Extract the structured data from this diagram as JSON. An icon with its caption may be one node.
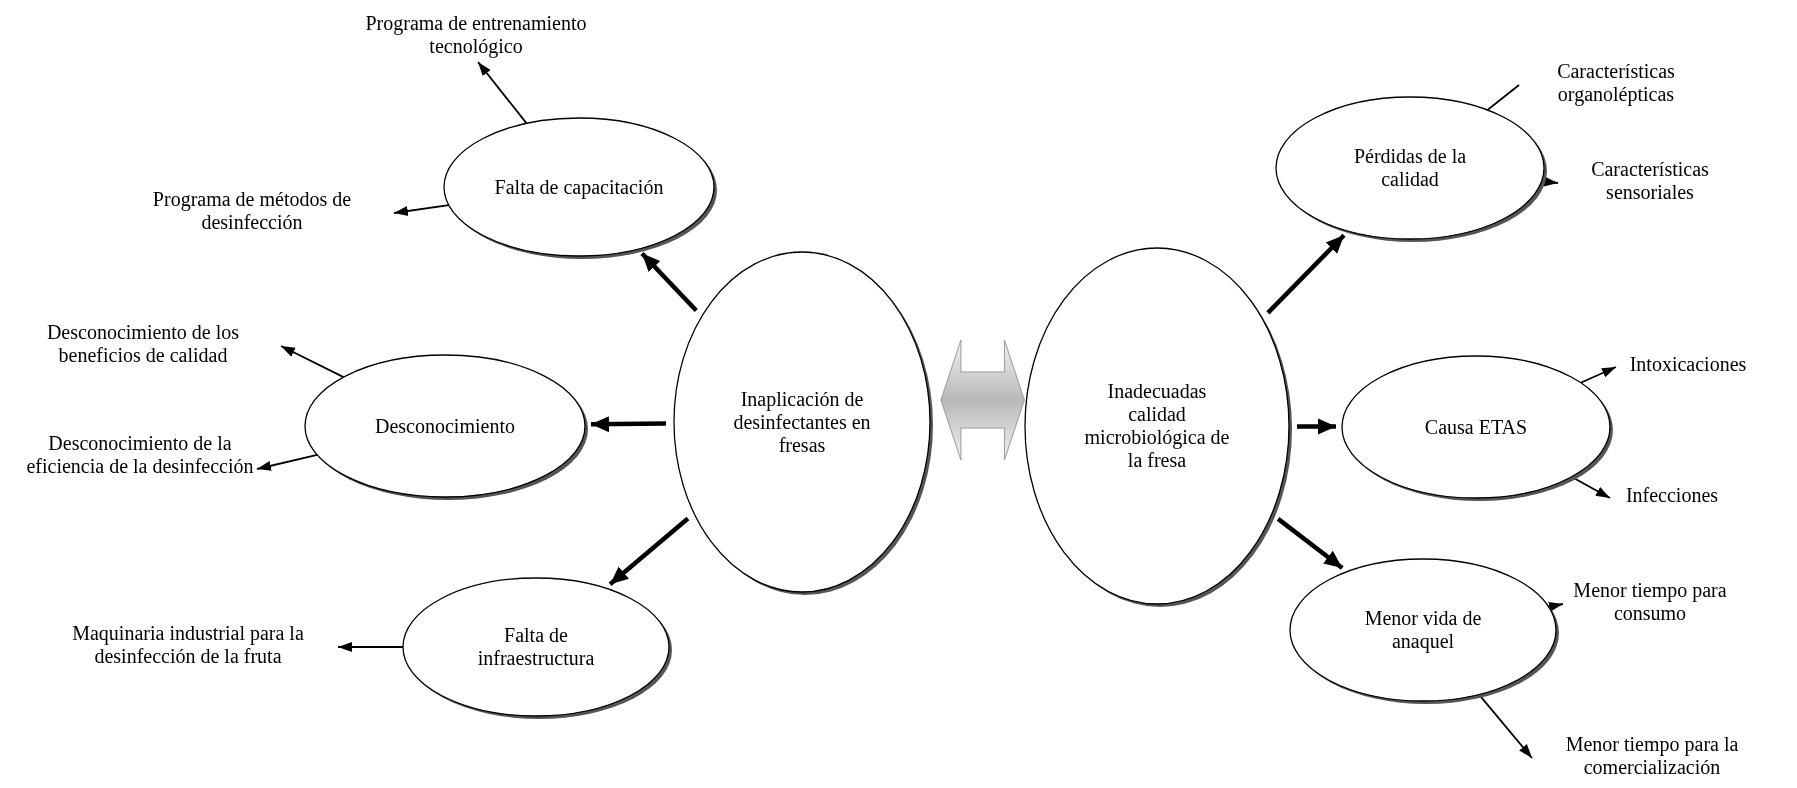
{
  "diagram": {
    "nodes": [
      {
        "text": [
          "Inaplicación de desinfectantes en fresas"
        ]
      },
      {
        "text": [
          "Inadecuadas calidad microbiológica de la fresa"
        ]
      },
      {
        "text": [
          "Falta de capacitación"
        ]
      },
      {
        "text": [
          "Desconocimiento"
        ]
      },
      {
        "text": [
          "Falta de infraestructura"
        ]
      },
      {
        "text": [
          "Pérdidas de la calidad"
        ]
      },
      {
        "text": [
          "Causa ETAS"
        ]
      },
      {
        "text": [
          "Menor vida de anaquel"
        ]
      },
      {
        "text": [
          "Programa de entrenamiento tecnológico"
        ]
      },
      {
        "text": [
          "Programa de métodos de desinfección"
        ]
      },
      {
        "text": [
          "Desconocimiento de los beneficios de calidad"
        ]
      },
      {
        "text": [
          "Desconocimiento de la eficiencia de la desinfección"
        ]
      },
      {
        "text": [
          "Maquinaria industrial para la desinfección de la fruta"
        ]
      },
      {
        "text": [
          "Características organolépticas"
        ]
      },
      {
        "text": [
          "Características sensoriales"
        ]
      },
      {
        "text": [
          "Intoxicaciones"
        ]
      },
      {
        "text": [
          "Infecciones"
        ]
      },
      {
        "text": [
          "Menor tiempo para consumo"
        ]
      },
      {
        "text": [
          "Menor tiempo para la comercialización"
        ]
      }
    ],
    "edges": [
      {
        "from": 0,
        "to": 1,
        "arrow": "both",
        "style": "thick",
        "color": "#b8b8b8"
      },
      {
        "from": 0,
        "to": 2,
        "arrow": "to",
        "style": "thick"
      },
      {
        "from": 0,
        "to": 3,
        "arrow": "to",
        "style": "thick"
      },
      {
        "from": 0,
        "to": 4,
        "arrow": "to",
        "style": "thick"
      },
      {
        "from": 1,
        "to": 5,
        "arrow": "to",
        "style": "thick"
      },
      {
        "from": 1,
        "to": 6,
        "arrow": "to",
        "style": "thick"
      },
      {
        "from": 1,
        "to": 7,
        "arrow": "to",
        "style": "thick"
      },
      {
        "from": 2,
        "to": 8,
        "arrow": "to"
      },
      {
        "from": 2,
        "to": 9,
        "arrow": "to"
      },
      {
        "from": 3,
        "to": 10,
        "arrow": "to"
      },
      {
        "from": 3,
        "to": 11,
        "arrow": "to"
      },
      {
        "from": 4,
        "to": 12,
        "arrow": "to"
      },
      {
        "from": 5,
        "to": 13,
        "arrow": "none"
      },
      {
        "from": 5,
        "to": 14,
        "arrow": "to"
      },
      {
        "from": 6,
        "to": 15,
        "arrow": "to"
      },
      {
        "from": 6,
        "to": 16,
        "arrow": "to"
      },
      {
        "from": 7,
        "to": 17,
        "arrow": "to"
      },
      {
        "from": 7,
        "to": 18,
        "arrow": "to"
      }
    ]
  }
}
